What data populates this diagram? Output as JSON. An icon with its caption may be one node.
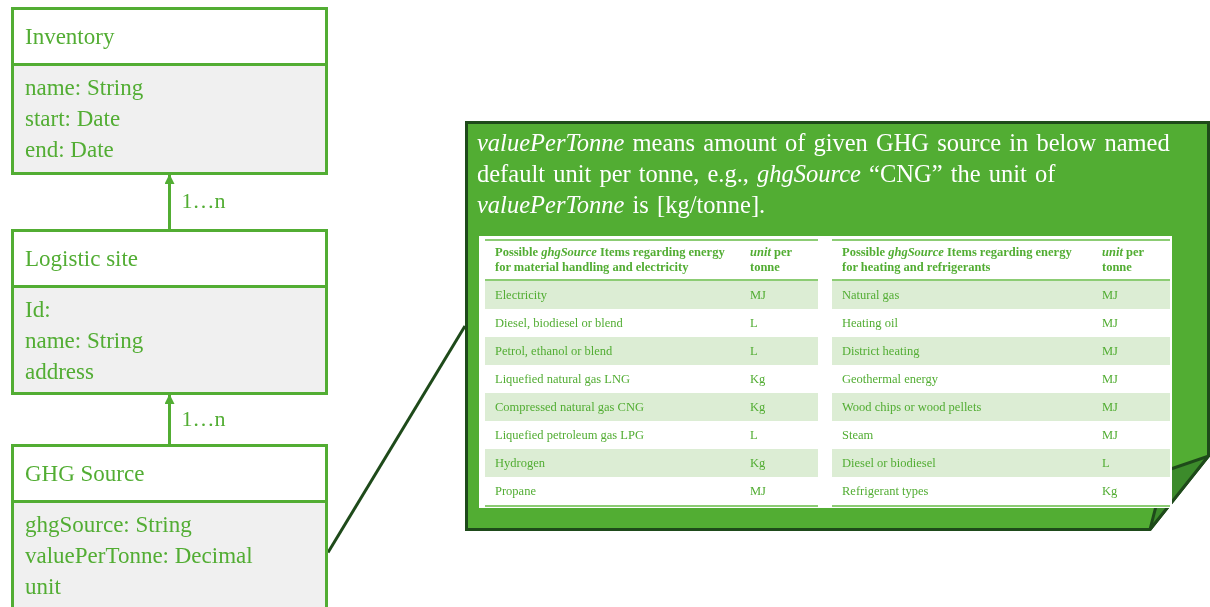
{
  "diagram": {
    "nodes": [
      {
        "text": [
          "Inventory",
          "name: String",
          "start: Date",
          "end: Date"
        ]
      },
      {
        "text": [
          "Logistic site",
          "Id:",
          "name: String",
          "address"
        ]
      },
      {
        "text": [
          "GHG Source",
          "ghgSource: String",
          "valuePerTonne: Decimal",
          "unit"
        ]
      },
      {
        "text": [
          "*valuePerTonne* means amount of given GHG source in below named default unit per tonne, e.g., *ghgSource* “CNG” the unit of *valuePerTonne* is [kg/tonne]."
        ]
      }
    ],
    "edges": [
      {
        "from": 1,
        "to": 0,
        "arrow": "to",
        "label": "1…n"
      },
      {
        "from": 2,
        "to": 1,
        "arrow": "to",
        "label": "1…n"
      },
      {
        "from": 2,
        "to": 3,
        "arrow": "none",
        "color": "#1e4a1a"
      }
    ],
    "labels": [
      "Possible *ghgSource* Items regarding energy for material handling and electricity",
      "*unit* per tonne",
      "Electricity",
      "MJ",
      "Diesel, biodiesel or blend",
      "L",
      "Petrol, ethanol or blend",
      "L",
      "Liquefied natural gas LNG",
      "Kg",
      "Compressed natural gas CNG",
      "Kg",
      "Liquefied petroleum gas LPG",
      "L",
      "Hydrogen",
      "Kg",
      "Propane",
      "MJ",
      "Possible *ghgSource* Items regarding energy for heating and refrigerants",
      "*unit* per tonne",
      "Natural gas",
      "MJ",
      "Heating oil",
      "MJ",
      "District heating",
      "MJ",
      "Geothermal energy",
      "MJ",
      "Wood chips or wood pellets",
      "MJ",
      "Steam",
      "MJ",
      "Diesel or biodiesel",
      "L",
      "Refrigerant types",
      "Kg"
    ]
  }
}
